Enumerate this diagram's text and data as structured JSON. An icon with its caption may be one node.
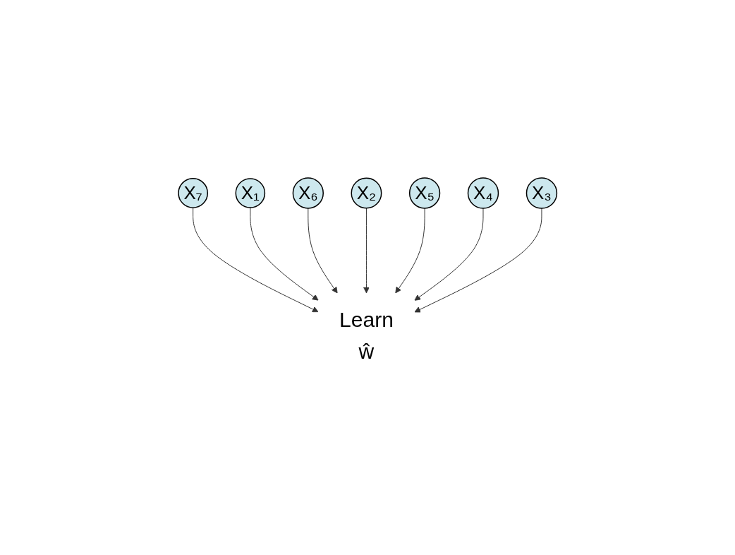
{
  "diagram": {
    "nodes": [
      {
        "text": [
          "X₇"
        ]
      },
      {
        "text": [
          "X₁"
        ]
      },
      {
        "text": [
          "X₆"
        ]
      },
      {
        "text": [
          "Learn",
          "ŵ"
        ]
      },
      {
        "text": [
          "X₂"
        ]
      },
      {
        "text": [
          "X₅"
        ]
      },
      {
        "text": [
          "X₄"
        ]
      },
      {
        "text": [
          "X₃"
        ]
      }
    ],
    "edges": [
      {
        "from": 0,
        "to": 3,
        "arrow": "to"
      },
      {
        "from": 1,
        "to": 3,
        "arrow": "to"
      },
      {
        "from": 2,
        "to": 3,
        "arrow": "to"
      },
      {
        "from": 4,
        "to": 3,
        "arrow": "to"
      },
      {
        "from": 5,
        "to": 3,
        "arrow": "to"
      },
      {
        "from": 6,
        "to": 3,
        "arrow": "to"
      },
      {
        "from": 7,
        "to": 3,
        "arrow": "to"
      }
    ]
  }
}
